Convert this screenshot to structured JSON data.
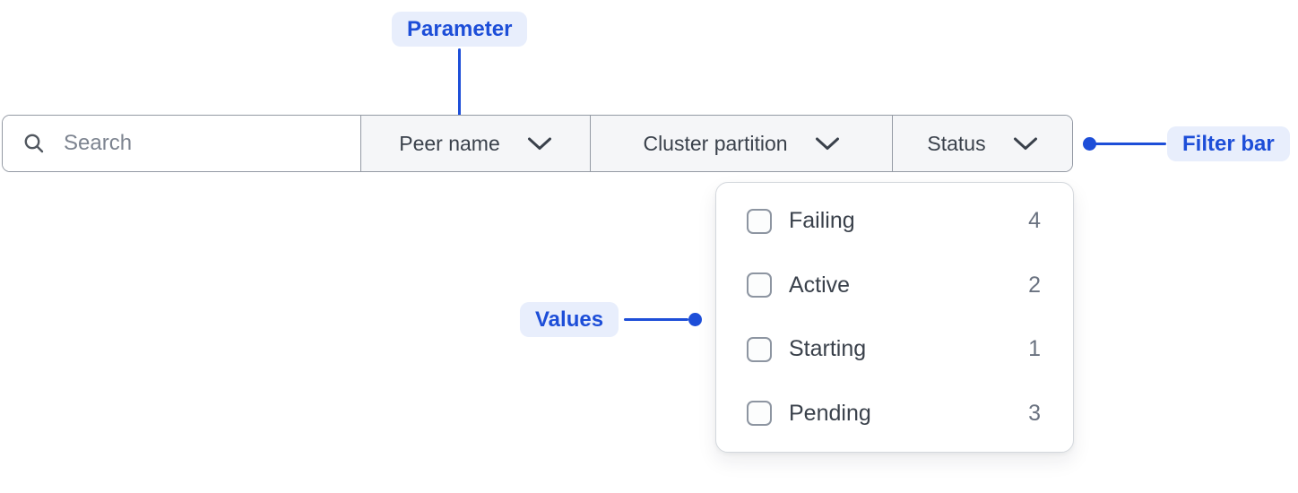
{
  "figure": {
    "annotations": {
      "parameter_label": "Parameter",
      "filter_bar_label": "Filter bar",
      "values_label": "Values"
    },
    "accent_blue": "#1d4ed8",
    "annotation_pill_bg": "#e8eefc"
  },
  "filter_bar": {
    "search": {
      "placeholder": "Search",
      "value": ""
    },
    "dropdowns": [
      {
        "label": "Peer name"
      },
      {
        "label": "Cluster partition"
      },
      {
        "label": "Status"
      }
    ]
  },
  "status_dropdown": {
    "options": [
      {
        "label": "Failing",
        "count": "4",
        "checked": false
      },
      {
        "label": "Active",
        "count": "2",
        "checked": false
      },
      {
        "label": "Starting",
        "count": "1",
        "checked": false
      },
      {
        "label": "Pending",
        "count": "3",
        "checked": false
      }
    ]
  }
}
